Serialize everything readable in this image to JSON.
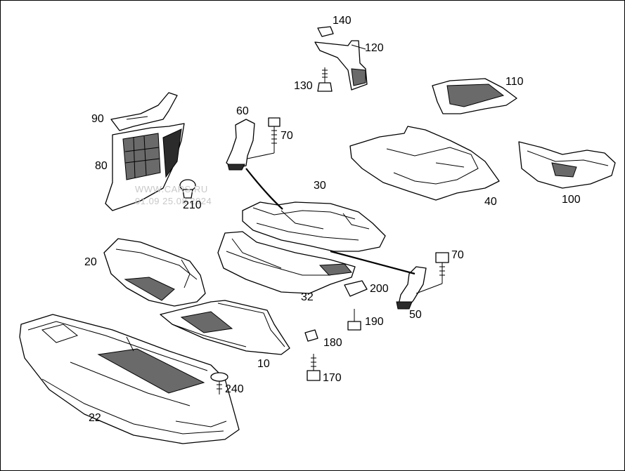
{
  "diagram": {
    "callouts": {
      "c10": "10",
      "c20": "20",
      "c22": "22",
      "c30": "30",
      "c32": "32",
      "c40": "40",
      "c50": "50",
      "c60": "60",
      "c70a": "70",
      "c70b": "70",
      "c80": "80",
      "c90": "90",
      "c100": "100",
      "c110": "110",
      "c120": "120",
      "c130": "130",
      "c140": "140",
      "c170": "170",
      "c180": "180",
      "c190": "190",
      "c200": "200",
      "c210": "210",
      "c240": "240"
    },
    "watermark": {
      "line1": "WWW.CARS.RU",
      "line2": "01.09 25.08.2024"
    }
  }
}
